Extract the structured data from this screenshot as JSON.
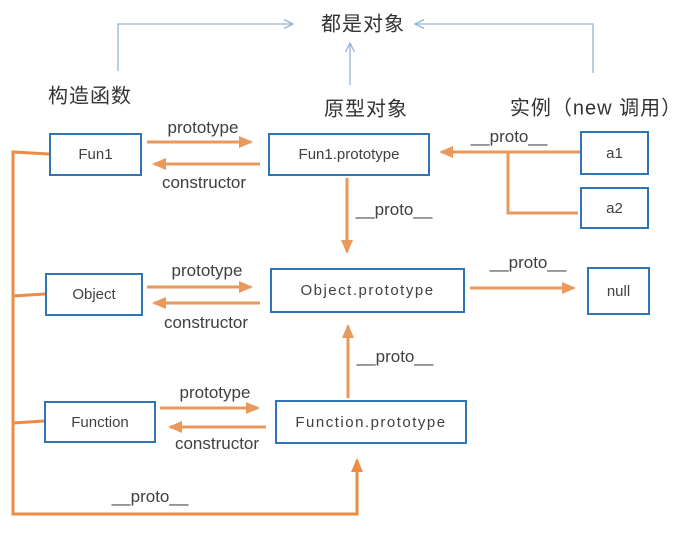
{
  "title": "都是对象",
  "section_labels": {
    "constructors": "构造函数",
    "prototypes": "原型对象",
    "instances": "实例（new 调用）"
  },
  "boxes": {
    "fun1": "Fun1",
    "fun1_prototype": "Fun1.prototype",
    "a1": "a1",
    "a2": "a2",
    "object": "Object",
    "object_prototype": "Object.prototype",
    "null_value": "null",
    "function": "Function",
    "function_prototype": "Function.prototype"
  },
  "edge_labels": {
    "prototype": "prototype",
    "constructor": "constructor",
    "proto": "__proto__"
  },
  "colors": {
    "box_border": "#2e75b6",
    "arrow": "#e9995b",
    "chain": "#ed8c45",
    "guide_line": "#95b3d7",
    "text": "#404040",
    "cn_text": "#333333"
  }
}
